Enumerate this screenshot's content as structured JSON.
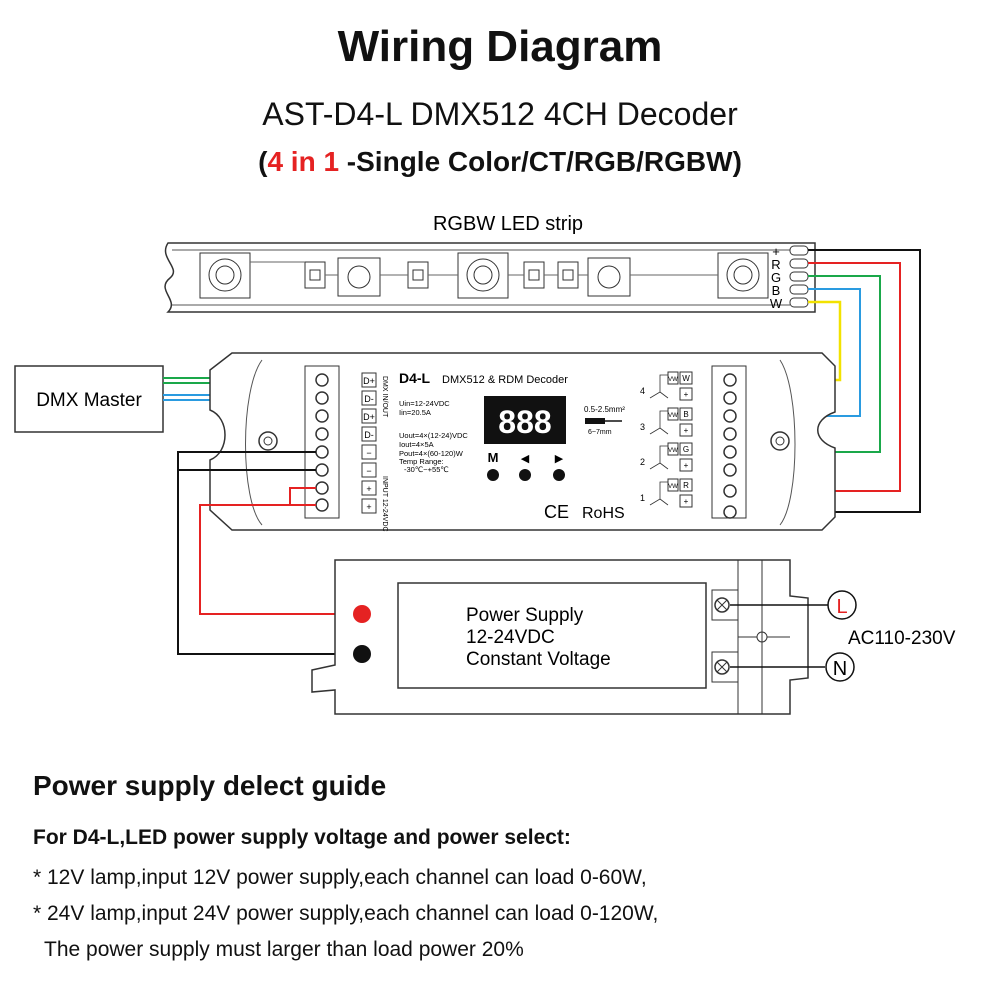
{
  "header": {
    "title": "Wiring Diagram",
    "subtitle": "AST-D4-L DMX512 4CH Decoder",
    "variants_open": "(",
    "variants_highlight": "4 in 1",
    "variants_rest": " -Single Color/CT/RGB/RGBW)"
  },
  "strip": {
    "label": "RGBW LED strip",
    "pins": [
      "+",
      "R",
      "G",
      "B",
      "W"
    ]
  },
  "dmx_master": {
    "label": "DMX Master"
  },
  "decoder": {
    "model": "D4-L",
    "model_desc": "DMX512 & RDM Decoder",
    "uin": "Uin=12-24VDC",
    "iin": "Iin=20.5A",
    "uout": "Uout=4×(12-24)VDC",
    "iout": "Iout=4×5A",
    "pout": "Pout=4×(60-120)W",
    "temp_label": "Temp Range:",
    "temp_value": "-30℃~+55℃",
    "display": "888",
    "button_m": "M",
    "button_left": "◀",
    "button_right": "▶",
    "wire_spec_1": "0.5-2.5mm²",
    "wire_spec_2": "6~7mm",
    "cert_ce": "CE",
    "cert_rohs": "RoHS",
    "dmx_in_out_label": "DMX IN/OUT",
    "input_label": "INPUT 12-24VDC",
    "left_terminals": [
      "D+",
      "D-",
      "D+",
      "D-",
      "−",
      "−",
      "+",
      "+"
    ],
    "channels": [
      {
        "num": "4",
        "letter": "W"
      },
      {
        "num": "3",
        "letter": "B"
      },
      {
        "num": "2",
        "letter": "G"
      },
      {
        "num": "1",
        "letter": "R"
      }
    ],
    "plus": "+"
  },
  "power_supply": {
    "line1": "Power Supply",
    "line2": "12-24VDC",
    "line3": "Constant Voltage",
    "terminal_l": "L",
    "terminal_n": "N",
    "ac_label": "AC110-230V"
  },
  "guide": {
    "title": "Power supply delect guide",
    "bold_line": "For D4-L,LED power supply voltage and power select:",
    "line1": "* 12V lamp,input 12V power supply,each channel can load 0-60W,",
    "line2": "* 24V lamp,input 24V power supply,each channel can load 0-120W,",
    "line3": "The power supply must larger than load power 20%"
  },
  "colors": {
    "red": "#e52222",
    "green": "#1aa84a",
    "blue": "#2a9be0",
    "yellow": "#f2e200",
    "black": "#111111"
  }
}
